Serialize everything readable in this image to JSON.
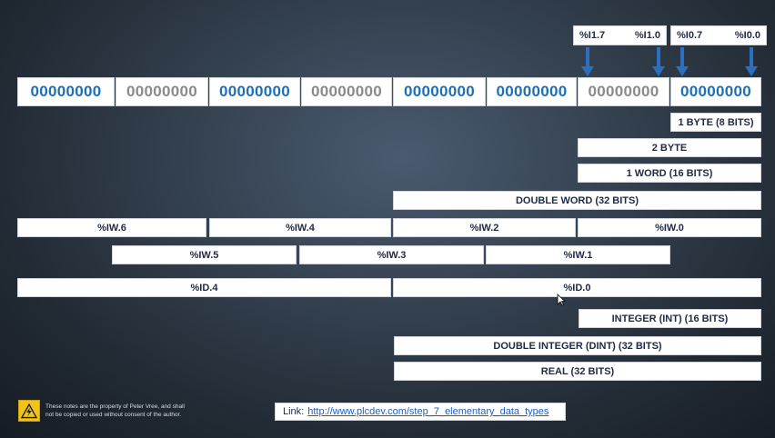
{
  "bytes": [
    {
      "value": "00000000",
      "color": "blue"
    },
    {
      "value": "00000000",
      "color": "gray"
    },
    {
      "value": "00000000",
      "color": "blue"
    },
    {
      "value": "00000000",
      "color": "gray"
    },
    {
      "value": "00000000",
      "color": "blue"
    },
    {
      "value": "00000000",
      "color": "blue"
    },
    {
      "value": "00000000",
      "color": "gray"
    },
    {
      "value": "00000000",
      "color": "blue"
    }
  ],
  "bit_labels": {
    "left_group": {
      "high": "%I1.7",
      "low": "%I1.0"
    },
    "right_group": {
      "high": "%I0.7",
      "low": "%I0.0"
    }
  },
  "sizes": {
    "byte": "1 BYTE (8 BITS)",
    "two_byte": "2 BYTE",
    "word": "1 WORD (16 BITS)",
    "dword": "DOUBLE WORD (32 BITS)"
  },
  "word_addresses_even": [
    "%IW.6",
    "%IW.4",
    "%IW.2",
    "%IW.0"
  ],
  "word_addresses_odd": [
    "%IW.5",
    "%IW.3",
    "%IW.1"
  ],
  "dword_addresses": [
    "%ID.4",
    "%ID.0"
  ],
  "data_types": {
    "int": "INTEGER (INT) (16 BITS)",
    "dint": "DOUBLE INTEGER (DINT) (32 BITS)",
    "real": "REAL (32 BITS)"
  },
  "footer": {
    "notice_line1": "These notes are the property of Peter Vree, and shall",
    "notice_line2": "not be copied or used without consent of the author.",
    "link_label": "Link:",
    "link_url": "http://www.plcdev.com/step_7_elementary_data_types"
  },
  "colors": {
    "accent_blue": "#1f6fb6",
    "muted_gray": "#8a8a8a",
    "arrow_blue": "#2c6fbd",
    "warning_yellow": "#f0c31c"
  }
}
